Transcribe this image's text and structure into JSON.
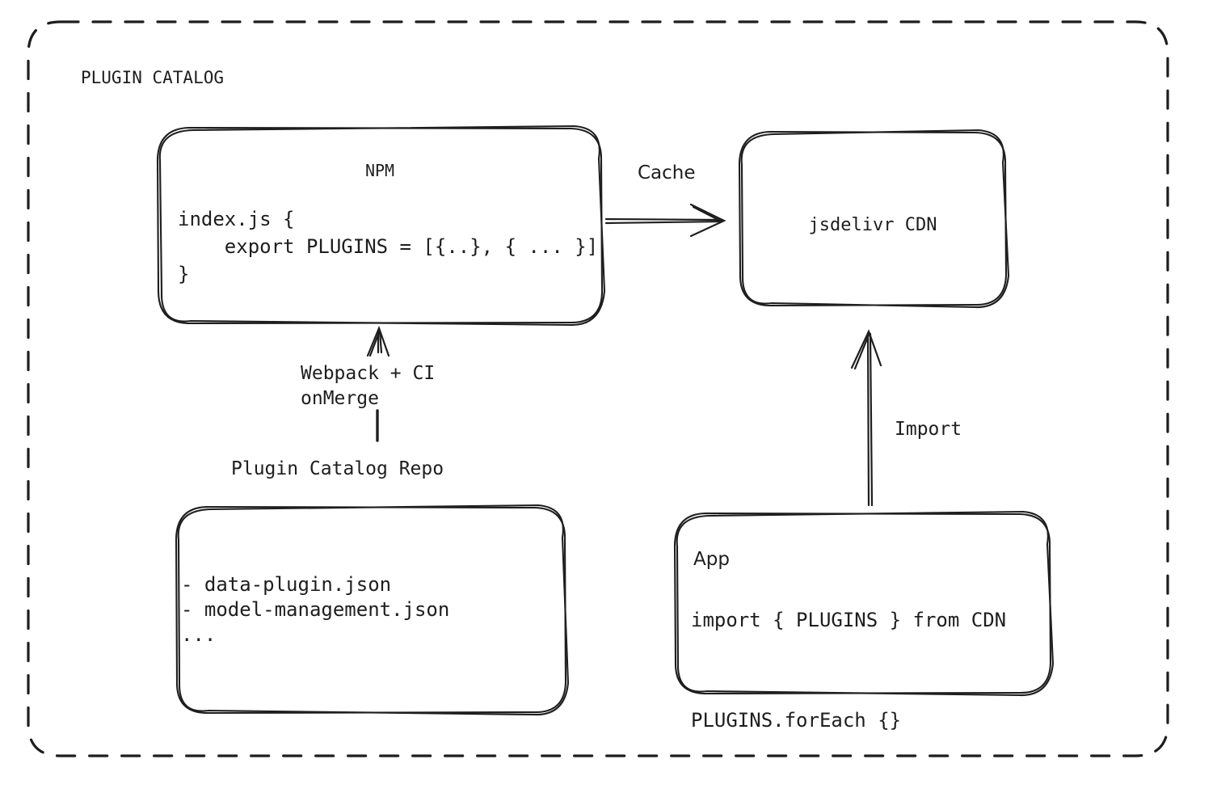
{
  "diagram": {
    "title": "PLUGIN CATALOG",
    "background": "#ffffff",
    "stroke": "#1e1e1e",
    "style": "hand-drawn"
  },
  "nodes": {
    "npm": {
      "title": "NPM",
      "code": "index.js {\n    export PLUGINS = [{..}, { ... }]\n}"
    },
    "cdn": {
      "title": "jsdelivr CDN"
    },
    "repo": {
      "label": "Plugin Catalog Repo",
      "code": "- data-plugin.json\n- model-management.json\n..."
    },
    "app": {
      "title": "App",
      "code": "import { PLUGINS } from CDN\n\nPLUGINS.forEach {}"
    }
  },
  "edges": {
    "npm_to_cdn": {
      "label": "Cache",
      "direction": "right"
    },
    "repo_to_npm": {
      "label": "Webpack + CI\nonMerge",
      "direction": "up"
    },
    "app_to_cdn": {
      "label": "Import",
      "direction": "up"
    }
  }
}
